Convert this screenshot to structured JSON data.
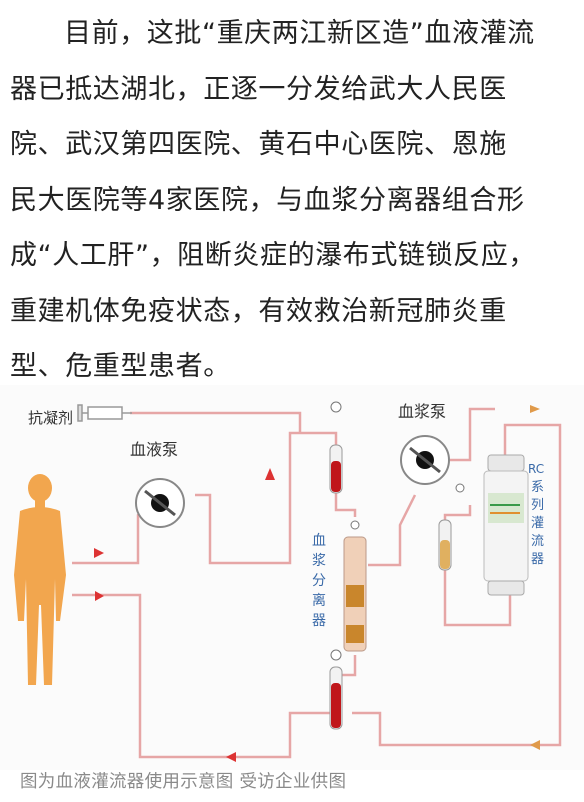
{
  "article": {
    "lines": [
      "目前，这批“重庆两江新区造”血液灌流",
      "器已抵达湖北，正逐一分发给武大人民医",
      "院、武汉第四医院、黄石中心医院、恩施",
      "民大医院等4家医院，与血浆分离器组合形",
      "成“人工肝”，阻断炎症的瀑布式链锁反应，",
      "重建机体免疫状态，有效救治新冠肺炎重",
      "型、危重型患者。"
    ]
  },
  "figure": {
    "labels": {
      "anticoagulant": "抗凝剂",
      "blood_pump": "血液泵",
      "plasma_pump": "血浆泵",
      "plasma_separator": [
        "血",
        "浆",
        "分",
        "离",
        "器"
      ],
      "rc_perfusion": [
        "RC",
        "系",
        "列",
        "灌",
        "流",
        "器"
      ]
    },
    "colors": {
      "line": "#e6a6a6",
      "line_dark": "#c86e6e",
      "blood": "#c0161a",
      "plasma": "#e0b060",
      "figure": "#f2a64e",
      "label_blue": "#3a6aa8"
    }
  },
  "caption": "图为血液灌流器使用示意图 受访企业供图"
}
